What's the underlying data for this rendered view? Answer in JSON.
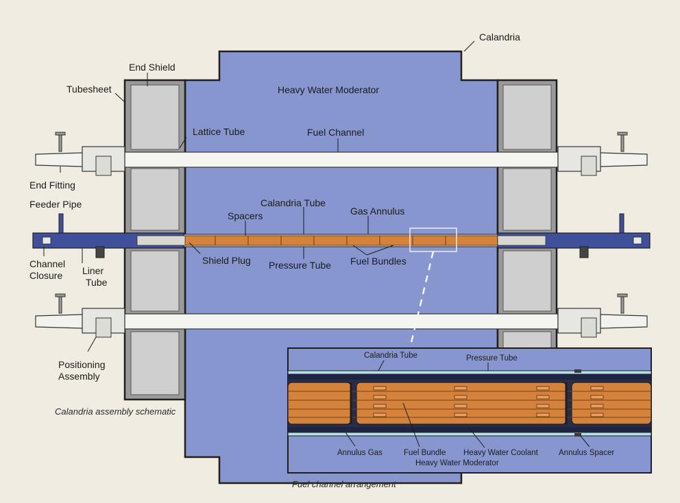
{
  "labels": {
    "calandria": "Calandria",
    "end_shield": "End Shield",
    "tubesheet": "Tubesheet",
    "heavy_water_moderator": "Heavy Water Moderator",
    "lattice_tube": "Lattice Tube",
    "fuel_channel": "Fuel Channel",
    "end_fitting": "End Fitting",
    "feeder_pipe": "Feeder Pipe",
    "spacers": "Spacers",
    "calandria_tube": "Calandria Tube",
    "gas_annulus": "Gas Annulus",
    "channel_closure_1": "Channel",
    "channel_closure_2": "Closure",
    "liner_tube_1": "Liner",
    "liner_tube_2": "Tube",
    "shield_plug": "Shield Plug",
    "pressure_tube": "Pressure Tube",
    "fuel_bundles": "Fuel Bundles",
    "positioning_assembly_1": "Positioning",
    "positioning_assembly_2": "Assembly"
  },
  "inset": {
    "calandria_tube": "Calandria Tube",
    "pressure_tube": "Pressure Tube",
    "annulus_gas": "Annulus Gas",
    "fuel_bundle": "Fuel Bundle",
    "heavy_water_coolant": "Heavy Water Coolant",
    "annulus_spacer": "Annulus Spacer",
    "heavy_water_moderator": "Heavy Water Moderator"
  },
  "captions": {
    "schematic": "Calandria assembly schematic",
    "arrangement": "Fuel channel arrangement"
  },
  "colors": {
    "moderator": "#8796cf",
    "shield": "#cfcfcf",
    "fuel": "#d4823c",
    "tube": "#f4f4f0"
  }
}
